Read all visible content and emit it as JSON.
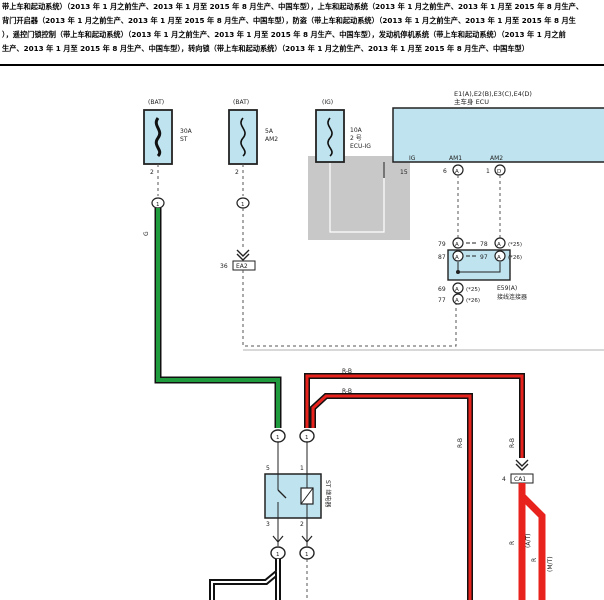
{
  "header": {
    "lines": [
      "带上车和起动系统）（2013 年 1 月之前生产、2013 年 1 月至 2015 年 8 月生产、中国车型），上车和起动系统（2013 年 1 月之前生产、2013 年 1 月至 2015 年 8 月生产、",
      "背门开启器（2013 年 1 月之前生产、2013 年 1 月至 2015 年 8 月生产、中国车型），防盗（带上车和起动系统）（2013 年 1 月之前生产、2013 年 1 月至 2015 年 8 月生",
      "），遥控门锁控制（带上车和起动系统）（2013 年 1 月之前生产、2013 年 1 月至 2015 年 8 月生产、中国车型），发动机停机系统（带上车和起动系统）（2013 年 1 月之前",
      "生产、2013 年 1 月至 2015 年 8 月生产、中国车型），转向锁（带上车和起动系统）（2013 年 1 月之前生产、2013 年 1 月至 2015 年 8 月生产、中国车型）"
    ]
  },
  "fuses": {
    "st": {
      "source": "(BAT)",
      "rating": "30A",
      "name": "ST",
      "pin": "2"
    },
    "am2": {
      "source": "(BAT)",
      "rating": "5A",
      "name": "AM2",
      "pin": "2"
    },
    "ig": {
      "source": "(IG)",
      "rating": "10A",
      "name": "2 号",
      "name2": "ECU-IG"
    }
  },
  "ecu": {
    "codes": "E1(A),E2(B),E3(C),E4(D)",
    "name": "主车身 ECU",
    "terms": [
      "IG",
      "AM1",
      "AM2"
    ],
    "pins": {
      "ig": "15",
      "am1": "6",
      "am2": "1"
    },
    "pin_letters": {
      "am1": "A",
      "am2": "D"
    }
  },
  "connectors": {
    "ea2": {
      "pin": "36",
      "name": "EA2"
    },
    "ca1": {
      "pin": "4",
      "name": "CA1"
    },
    "inline_1": "1"
  },
  "junction": {
    "name": "E59(A)",
    "desc": "接线连接器",
    "pins_left": [
      "79",
      "87",
      "69",
      "77"
    ],
    "pins_right": [
      "78",
      "97"
    ],
    "pin_letter": "A",
    "variants": [
      "(*25)",
      "(*26)"
    ]
  },
  "relay": {
    "name": "ST 继电器",
    "pins": {
      "p5": "5",
      "p1": "1",
      "p3": "3",
      "p2": "2"
    }
  },
  "wires": {
    "green": "G",
    "rb": "R-B",
    "r": "R",
    "at": "(A/T)",
    "mt": "(M/T)"
  },
  "colors": {
    "green": "#1f9a3c",
    "red": "#e8231e",
    "box": "#bfe4ef",
    "ig_shade": "#c8c8c8"
  }
}
